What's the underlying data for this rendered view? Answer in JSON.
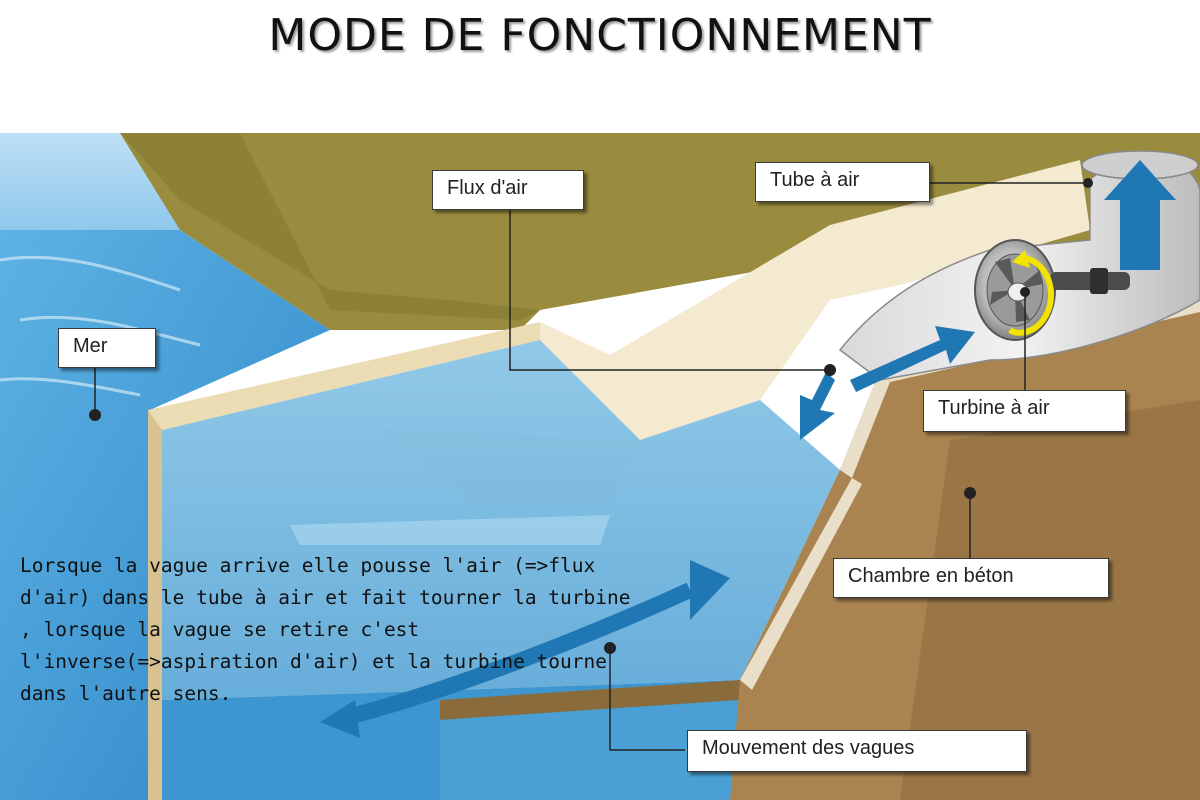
{
  "title": "MODE DE FONCTIONNEMENT",
  "labels": {
    "flux_air": "Flux d'air",
    "tube_air": "Tube à air",
    "mer": "Mer",
    "turbine_air": "Turbine à air",
    "chambre_beton": "Chambre en béton",
    "mouvement_vagues": "Mouvement des vagues"
  },
  "explanation": "Lorsque la vague arrive elle pousse l'air (=>flux d'air) dans le tube à air et fait tourner la turbine , lorsque la vague se retire c'est l'inverse(=>aspiration d'air) et la turbine tourne dans l'autre sens.",
  "colors": {
    "sea": "#4fa3d8",
    "ground": "#9a8a3c",
    "concrete": "#a8804a",
    "flow_arrow": "#1f78b4",
    "rotation_arrow": "#f2e400"
  }
}
